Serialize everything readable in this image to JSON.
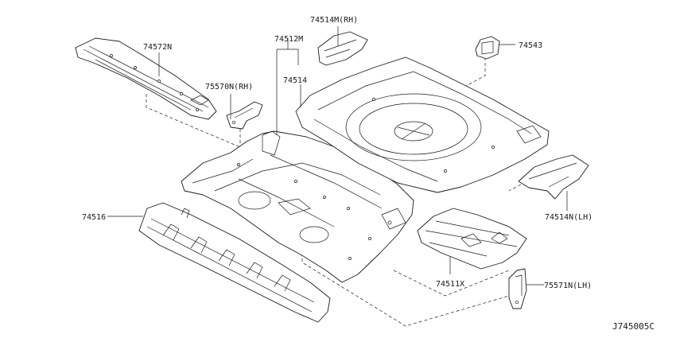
{
  "diagram": {
    "labels": {
      "p74572n": "74572N",
      "p74512m": "74512M",
      "p74514m_rh": "74514M(RH)",
      "p74543": "74543",
      "p75570n_rh": "75570N(RH)",
      "p74514": "74514",
      "p74516": "74516",
      "p74514n_lh": "74514N(LH)",
      "p74511x": "74511X",
      "p75571n_lh": "75571N(LH)"
    },
    "drawing_code": "J745005C"
  }
}
